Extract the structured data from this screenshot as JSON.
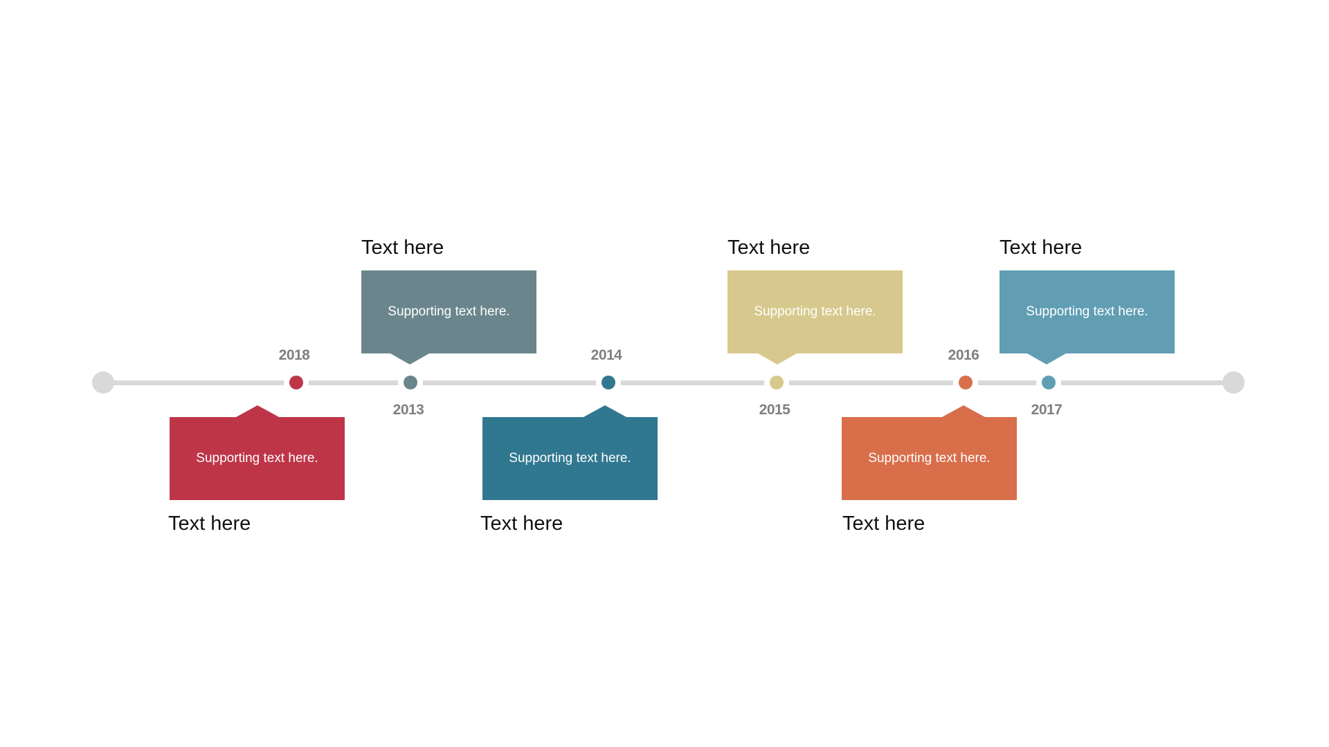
{
  "colors": {
    "line": "#d9d9d9",
    "year_text": "#7f7f7f",
    "red": "#be3548",
    "slate": "#6a868c",
    "teal": "#30788f",
    "sand": "#d7c98d",
    "orange": "#d86e4a",
    "light_blue": "#619eb3"
  },
  "milestones": [
    {
      "year": "2018",
      "heading": "Text here",
      "supporting": "Supporting text here.",
      "color": "#be3548"
    },
    {
      "year": "2013",
      "heading": "Text here",
      "supporting": "Supporting text here.",
      "color": "#6a868c"
    },
    {
      "year": "2014",
      "heading": "Text here",
      "supporting": "Supporting text here.",
      "color": "#30788f"
    },
    {
      "year": "2015",
      "heading": "Text here",
      "supporting": "Supporting text here.",
      "color": "#d7c98d"
    },
    {
      "year": "2016",
      "heading": "Text here",
      "supporting": "Supporting text here.",
      "color": "#d86e4a"
    },
    {
      "year": "2017",
      "heading": "Text here",
      "supporting": "Supporting text here.",
      "color": "#619eb3"
    }
  ]
}
